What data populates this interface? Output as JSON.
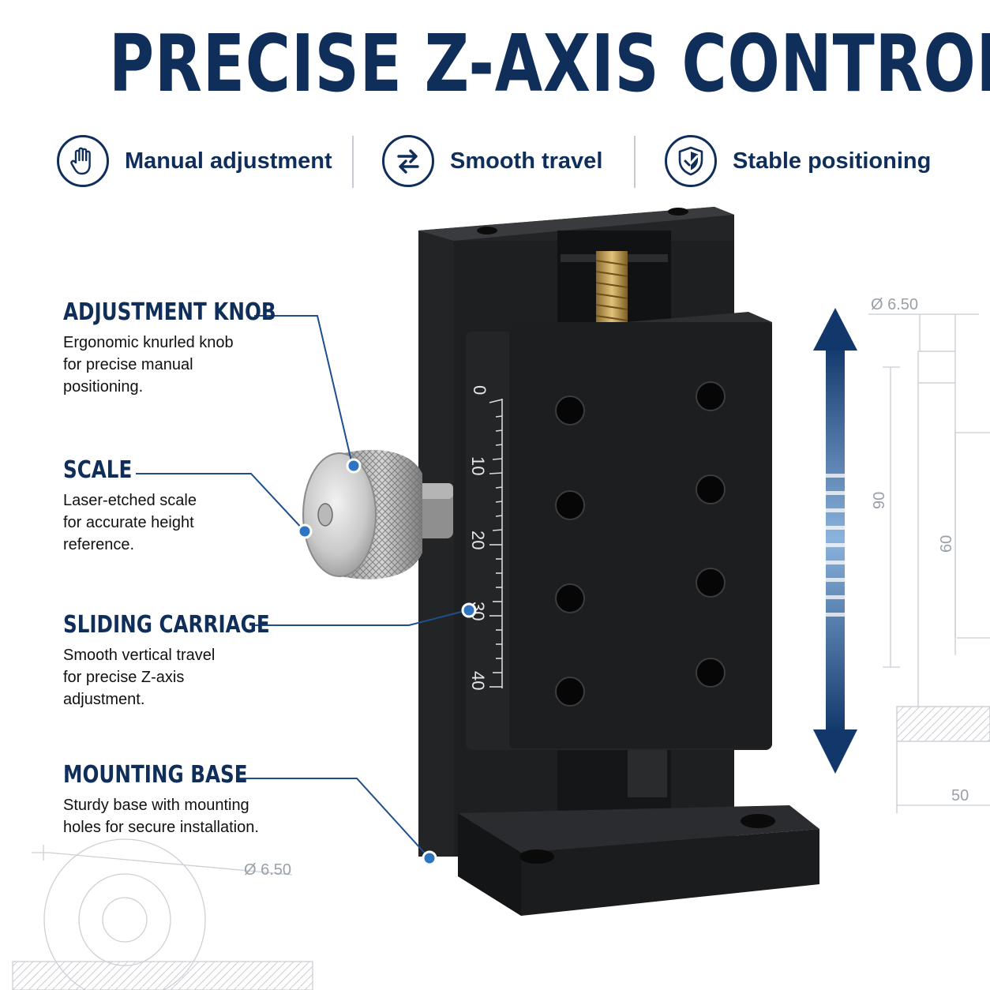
{
  "headline": "PRECISE Z-AXIS CONTROL",
  "features": [
    {
      "label": "Manual adjustment",
      "icon": "hand-icon"
    },
    {
      "label": "Smooth travel",
      "icon": "swap-arrows-icon"
    },
    {
      "label": "Stable positioning",
      "icon": "shield-check-icon"
    }
  ],
  "callouts": [
    {
      "title": "ADJUSTMENT KNOB",
      "lines": [
        "Ergonomic knurled knob",
        "for precise manual",
        "positioning."
      ]
    },
    {
      "title": "SCALE",
      "lines": [
        "Laser-etched scale",
        "for accurate height",
        "reference."
      ]
    },
    {
      "title": "SLIDING CARRIAGE",
      "lines": [
        "Smooth vertical travel",
        "for precise Z-axis",
        "adjustment."
      ]
    },
    {
      "title": "MOUNTING BASE",
      "lines": [
        "Sturdy base with mounting",
        "holes for secure installation."
      ]
    }
  ],
  "scale_marks": [
    "0",
    "10",
    "20",
    "30",
    "40"
  ],
  "dimensions": {
    "top_diameter": "Ø 6.50",
    "bottom_diameter": "Ø 6.50",
    "height_total": "90",
    "height_inner": "60",
    "base_width": "50"
  },
  "colors": {
    "brand_navy": "#0f2e5a",
    "accent_blue": "#2f74c0",
    "stage_black": "#1c1d1f"
  }
}
